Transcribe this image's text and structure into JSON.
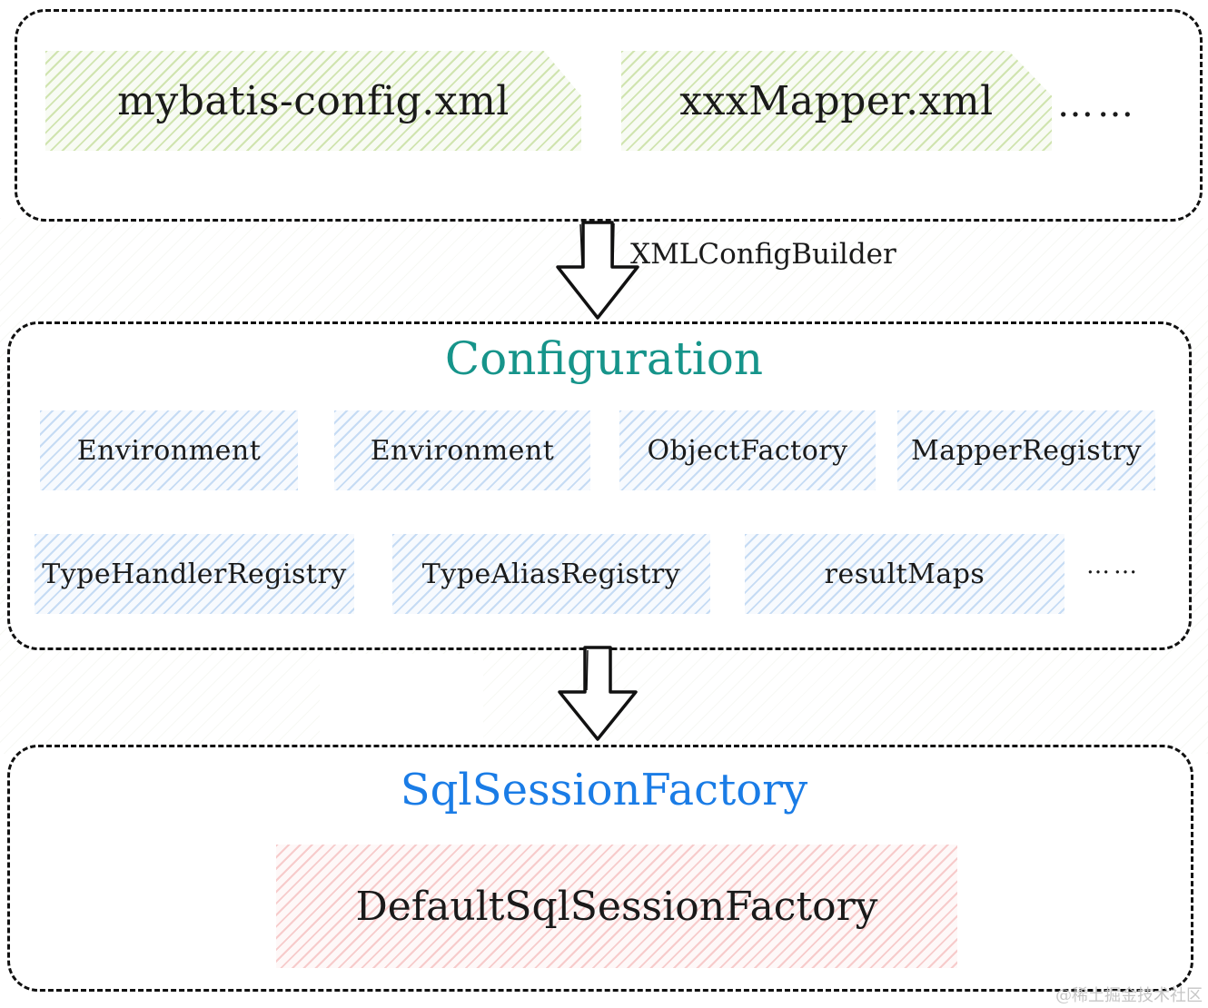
{
  "sources": {
    "files": [
      "mybatis-config.xml",
      "xxxMapper.xml"
    ],
    "ellipsis": "……"
  },
  "builder_label": "XMLConfigBuilder",
  "configuration": {
    "title": "Configuration",
    "title_color": "#16948a",
    "components": [
      "Environment",
      "Environment",
      "ObjectFactory",
      "MapperRegistry",
      "TypeHandlerRegistry",
      "TypeAliasRegistry",
      "resultMaps"
    ],
    "ellipsis": "……"
  },
  "factory": {
    "title": "SqlSessionFactory",
    "title_color": "#1a7ce6",
    "implementation": "DefaultSqlSessionFactory"
  },
  "watermark": "@稀土掘金技术社区",
  "hatch_colors": {
    "sources": "#aacd6e",
    "components": "#96bee8",
    "implementation": "#f0a0a0"
  }
}
